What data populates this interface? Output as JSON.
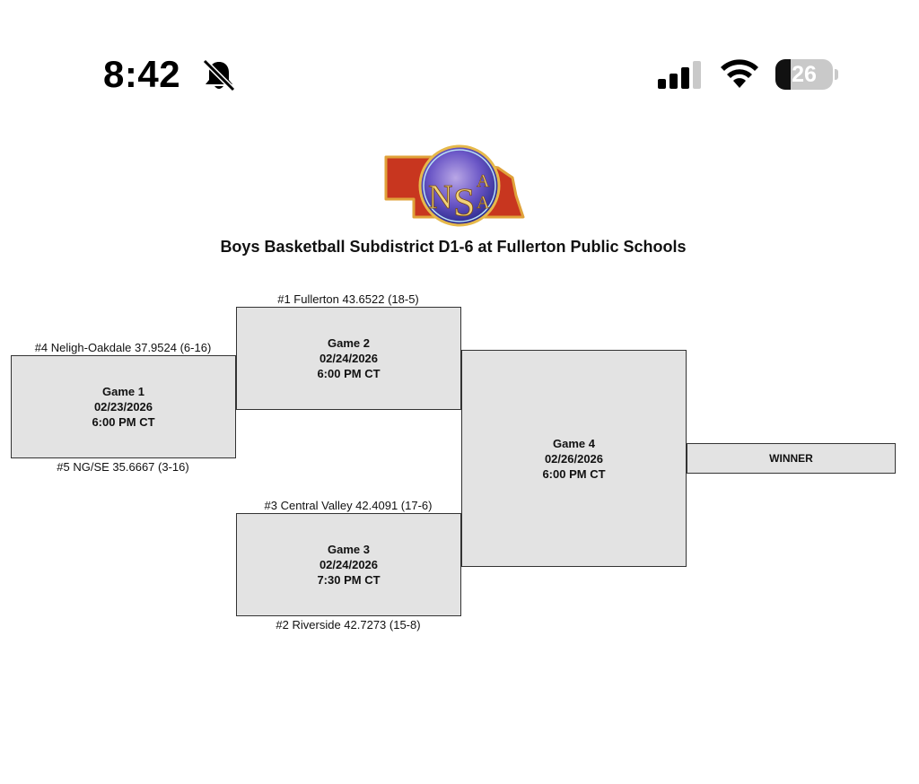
{
  "status_bar": {
    "time": "8:42",
    "battery_level": "26",
    "battery_fraction": 0.26,
    "icons": [
      "bell-slash-icon",
      "cellular-signal-icon",
      "wifi-icon",
      "battery-icon"
    ]
  },
  "logo": {
    "text": "NSAA"
  },
  "bracket": {
    "title": "Boys Basketball Subdistrict D1-6 at Fullerton Public Schools",
    "games": [
      {
        "label": "Game 1",
        "date": "02/23/2026",
        "time": "6:00 PM CT",
        "top_team": "#4 Neligh-Oakdale 37.9524 (6-16)",
        "bottom_team": "#5 NG/SE 35.6667 (3-16)"
      },
      {
        "label": "Game 2",
        "date": "02/24/2026",
        "time": "6:00 PM CT",
        "top_team": "#1 Fullerton 43.6522 (18-5)"
      },
      {
        "label": "Game 3",
        "date": "02/24/2026",
        "time": "7:30 PM CT",
        "top_team": "#3 Central Valley 42.4091 (17-6)",
        "bottom_team": "#2 Riverside 42.7273 (15-8)"
      },
      {
        "label": "Game 4",
        "date": "02/26/2026",
        "time": "6:00 PM CT"
      }
    ],
    "winner_label": "WINNER"
  }
}
